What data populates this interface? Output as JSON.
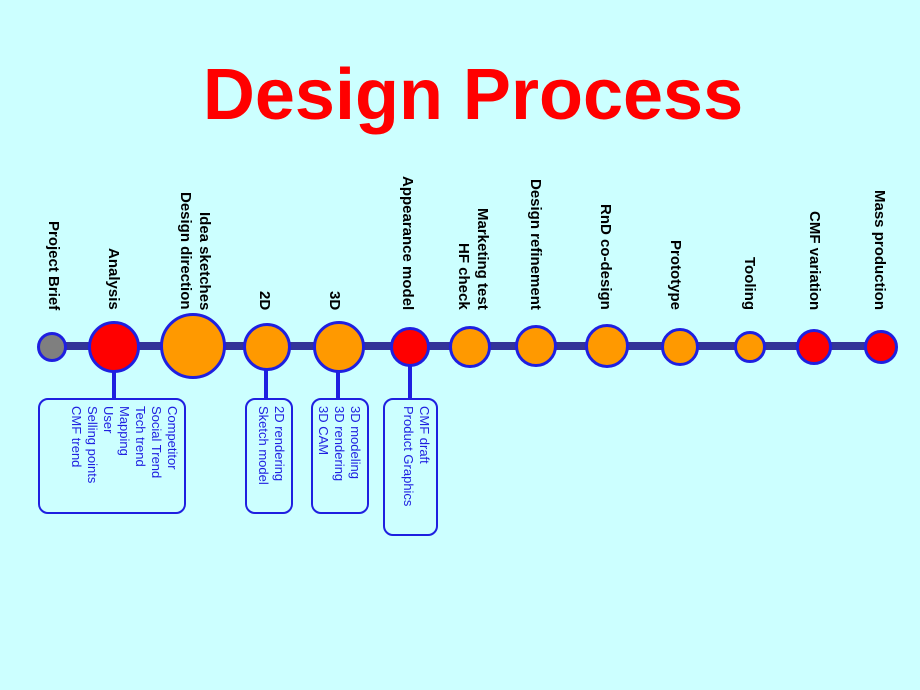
{
  "title": "Design Process",
  "colors": {
    "background": "#ccffff",
    "title": "#ff0000",
    "line": "#333399",
    "outline": "#1f1fe0",
    "node_gray": "#7f7f7f",
    "node_red": "#ff0000",
    "node_orange": "#ff9900",
    "detail_text": "#1f1fe0"
  },
  "steps": [
    {
      "label": "Project Brief",
      "color": "gray"
    },
    {
      "label": "Analysis",
      "color": "red"
    },
    {
      "label": "Idea sketches\nDesign direction",
      "color": "orange"
    },
    {
      "label": "2D",
      "color": "orange"
    },
    {
      "label": "3D",
      "color": "orange"
    },
    {
      "label": "Appearance model",
      "color": "red"
    },
    {
      "label": "Marketing test\nHF check",
      "color": "orange"
    },
    {
      "label": "Design refinement",
      "color": "orange"
    },
    {
      "label": "RnD co-design",
      "color": "orange"
    },
    {
      "label": "Prototype",
      "color": "orange"
    },
    {
      "label": "Tooling",
      "color": "orange"
    },
    {
      "label": "CMF variation",
      "color": "red"
    },
    {
      "label": "Mass production",
      "color": "red"
    }
  ],
  "details": [
    {
      "step": "Analysis",
      "items": [
        "Competitor",
        "Social Trend",
        "Tech trend",
        "Mapping",
        "User",
        "Selling points",
        "CMF trend"
      ]
    },
    {
      "step": "2D",
      "items": [
        "2D rendering",
        "Sketch model"
      ]
    },
    {
      "step": "3D",
      "items": [
        "3D modeling",
        "3D rendering",
        "3D CAM"
      ]
    },
    {
      "step": "Appearance model",
      "items": [
        "CMF draft",
        "Product Graphics"
      ]
    }
  ]
}
